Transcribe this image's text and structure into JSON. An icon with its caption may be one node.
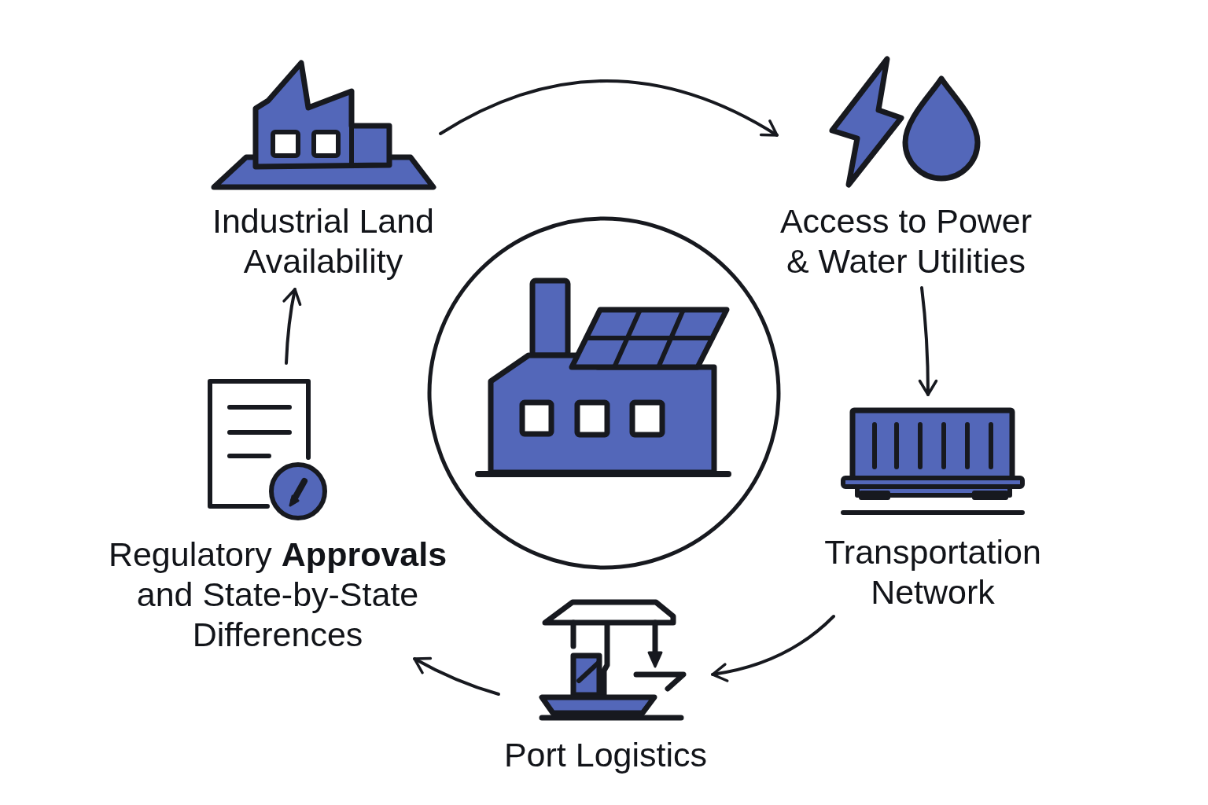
{
  "diagram": {
    "nodes": [
      {
        "text": [
          "Industrial Land Availability"
        ]
      },
      {
        "text": [
          "Access to Power & Water Utilities"
        ]
      },
      {
        "text": [
          "Transportation Network"
        ]
      },
      {
        "text": [
          "Port Logistics"
        ]
      },
      {
        "text": [
          "Regulatory **Approvals** and State-by-State Differences"
        ]
      },
      {
        "text": [],
        "shape": "circle"
      }
    ],
    "edges": [
      {
        "from": 0,
        "to": 1,
        "arrow": "to"
      },
      {
        "from": 1,
        "to": 2,
        "arrow": "to"
      },
      {
        "from": 2,
        "to": 3,
        "arrow": "to"
      },
      {
        "from": 3,
        "to": 4,
        "arrow": "to"
      },
      {
        "from": 4,
        "to": 0,
        "arrow": "to"
      }
    ]
  }
}
